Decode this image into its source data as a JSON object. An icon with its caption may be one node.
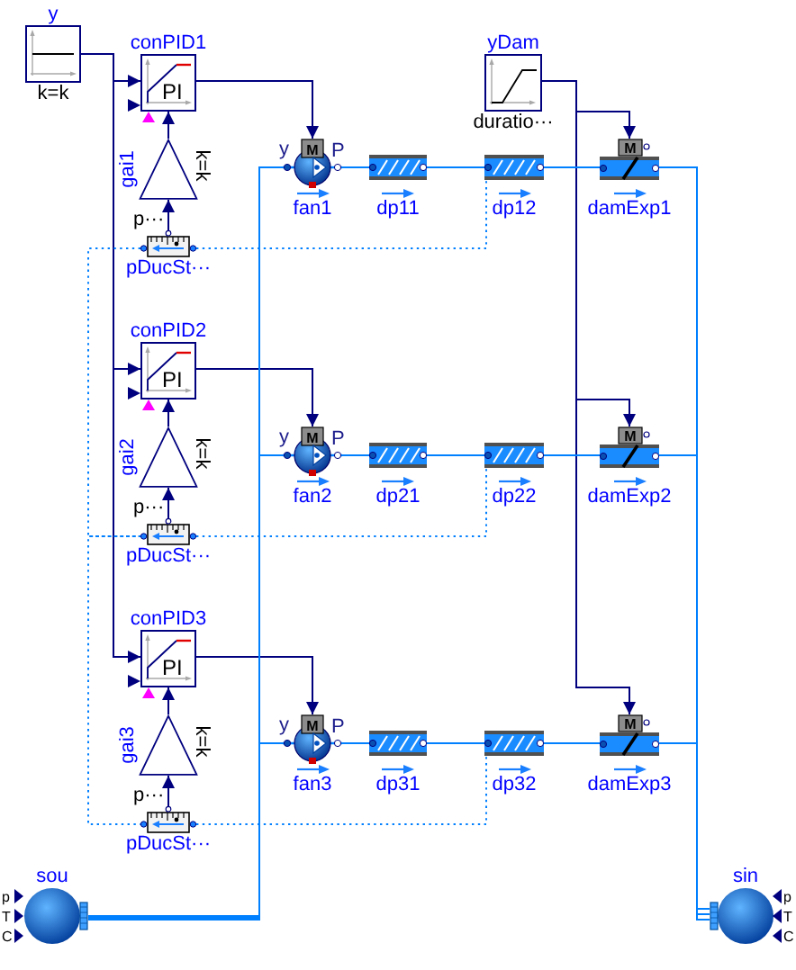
{
  "diagram": {
    "nodes": [
      {
        "text": [
          "y"
        ],
        "beside": [
          "k=k"
        ]
      },
      {
        "text": [
          "conPID1",
          "PI"
        ]
      },
      {
        "text": [
          "gai1"
        ],
        "beside": [
          "k=k"
        ]
      },
      {
        "text": [
          "pDucSt···"
        ],
        "beside": [
          "p···"
        ]
      },
      {
        "text": [
          "y",
          "M",
          "P",
          "fan1"
        ]
      },
      {
        "text": [
          "dp11"
        ]
      },
      {
        "text": [
          "dp12"
        ]
      },
      {
        "text": [
          "yDam"
        ],
        "beside": [
          "duratio···"
        ]
      },
      {
        "text": [
          "M",
          "damExp1"
        ]
      },
      {
        "text": [
          "conPID2",
          "PI"
        ]
      },
      {
        "text": [
          "gai2"
        ],
        "beside": [
          "k=k"
        ]
      },
      {
        "text": [
          "pDucSt···"
        ],
        "beside": [
          "p···"
        ]
      },
      {
        "text": [
          "y",
          "M",
          "P",
          "fan2"
        ]
      },
      {
        "text": [
          "dp21"
        ]
      },
      {
        "text": [
          "dp22"
        ]
      },
      {
        "text": [
          "M",
          "damExp2"
        ]
      },
      {
        "text": [
          "conPID3",
          "PI"
        ]
      },
      {
        "text": [
          "gai3"
        ],
        "beside": [
          "k=k"
        ]
      },
      {
        "text": [
          "pDucSt···"
        ],
        "beside": [
          "p···"
        ]
      },
      {
        "text": [
          "y",
          "M",
          "P",
          "fan3"
        ]
      },
      {
        "text": [
          "dp31"
        ]
      },
      {
        "text": [
          "dp32"
        ]
      },
      {
        "text": [
          "M",
          "damExp3"
        ]
      },
      {
        "text": [
          "sou"
        ],
        "beside": [
          "p",
          "T",
          "C"
        ]
      },
      {
        "text": [
          "sin"
        ],
        "beside": [
          "p",
          "T",
          "C"
        ]
      }
    ],
    "edges": [
      {
        "from": 0,
        "to": 1,
        "arrow": "to",
        "color": "#00007f"
      },
      {
        "from": 0,
        "to": 9,
        "arrow": "to",
        "color": "#00007f"
      },
      {
        "from": 0,
        "to": 16,
        "arrow": "to",
        "color": "#00007f"
      },
      {
        "from": 2,
        "to": 1,
        "arrow": "to",
        "color": "#00007f"
      },
      {
        "from": 3,
        "to": 2,
        "arrow": "to",
        "color": "#00007f"
      },
      {
        "from": 1,
        "to": 4,
        "arrow": "to",
        "color": "#00007f"
      },
      {
        "from": 7,
        "to": 8,
        "arrow": "to",
        "color": "#00007f"
      },
      {
        "from": 7,
        "to": 15,
        "arrow": "to",
        "color": "#00007f"
      },
      {
        "from": 7,
        "to": 22,
        "arrow": "to",
        "color": "#00007f"
      },
      {
        "from": 10,
        "to": 9,
        "arrow": "to",
        "color": "#00007f"
      },
      {
        "from": 11,
        "to": 10,
        "arrow": "to",
        "color": "#00007f"
      },
      {
        "from": 9,
        "to": 12,
        "arrow": "to",
        "color": "#00007f"
      },
      {
        "from": 17,
        "to": 16,
        "arrow": "to",
        "color": "#00007f"
      },
      {
        "from": 18,
        "to": 17,
        "arrow": "to",
        "color": "#00007f"
      },
      {
        "from": 16,
        "to": 19,
        "arrow": "to",
        "color": "#00007f"
      },
      {
        "from": 23,
        "to": 4,
        "arrow": "none"
      },
      {
        "from": 23,
        "to": 12,
        "arrow": "none"
      },
      {
        "from": 23,
        "to": 19,
        "arrow": "none"
      },
      {
        "from": 4,
        "to": 5,
        "arrow": "none"
      },
      {
        "from": 5,
        "to": 6,
        "arrow": "none"
      },
      {
        "from": 6,
        "to": 8,
        "arrow": "none"
      },
      {
        "from": 8,
        "to": 24,
        "arrow": "none"
      },
      {
        "from": 12,
        "to": 13,
        "arrow": "none"
      },
      {
        "from": 13,
        "to": 14,
        "arrow": "none"
      },
      {
        "from": 14,
        "to": 15,
        "arrow": "none"
      },
      {
        "from": 15,
        "to": 24,
        "arrow": "none"
      },
      {
        "from": 19,
        "to": 20,
        "arrow": "none"
      },
      {
        "from": 20,
        "to": 21,
        "arrow": "none"
      },
      {
        "from": 21,
        "to": 22,
        "arrow": "none"
      },
      {
        "from": 22,
        "to": 24,
        "arrow": "none"
      },
      {
        "from": 3,
        "to": 11,
        "arrow": "none",
        "style": "dashed"
      },
      {
        "from": 3,
        "to": 6,
        "arrow": "none",
        "style": "dashed"
      },
      {
        "from": 11,
        "to": 18,
        "arrow": "none",
        "style": "dashed"
      },
      {
        "from": 11,
        "to": 14,
        "arrow": "none",
        "style": "dashed"
      },
      {
        "from": 18,
        "to": 21,
        "arrow": "none",
        "style": "dashed"
      }
    ]
  }
}
